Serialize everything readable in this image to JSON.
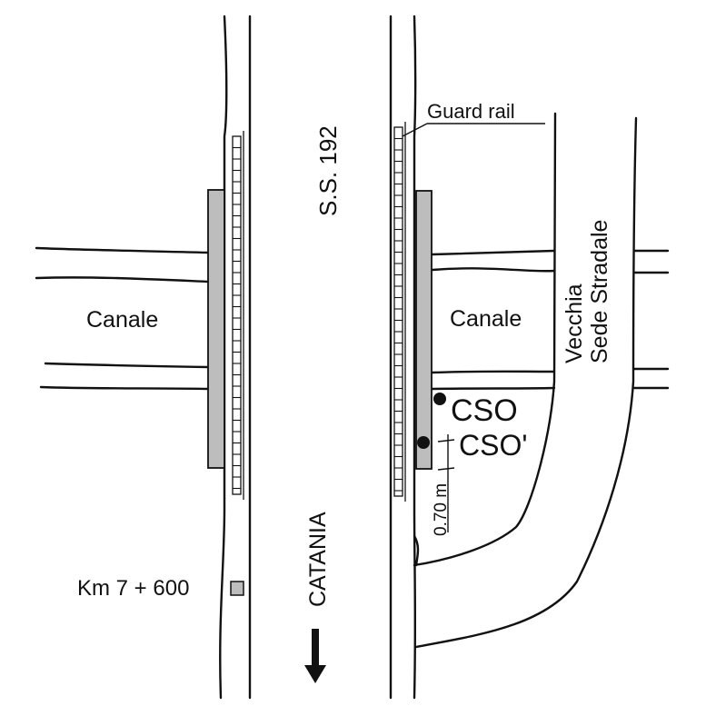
{
  "labels": {
    "road_name": "S.S. 192",
    "guard_rail": "Guard rail",
    "canal_left": "Canale",
    "canal_right": "Canale",
    "old_road_line1": "Vecchia",
    "old_road_line2": "Sede Stradale",
    "cso": "CSO",
    "cso_prime": "CSO'",
    "distance": "0.70 m",
    "km_marker": "Km 7 + 600",
    "direction": "CATANIA"
  },
  "colors": {
    "line": "#111111",
    "bridge_fill": "#bdbdbd",
    "background": "#ffffff"
  },
  "icons": {
    "direction_arrow": "arrow-down-icon",
    "km_post": "square-marker-icon",
    "sensor": "filled-circle-icon"
  }
}
